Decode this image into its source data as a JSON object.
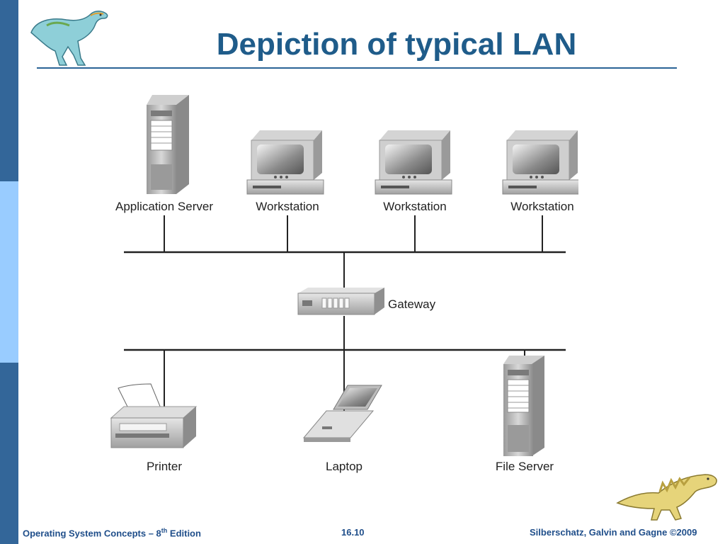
{
  "title": "Depiction of typical LAN",
  "nodes": {
    "application_server": "Application Server",
    "workstation_1": "Workstation",
    "workstation_2": "Workstation",
    "workstation_3": "Workstation",
    "gateway": "Gateway",
    "printer": "Printer",
    "laptop": "Laptop",
    "file_server": "File Server"
  },
  "footer": {
    "left_text": "Operating System Concepts – 8",
    "left_sup": "th",
    "left_suffix": " Edition",
    "page_number": "16.10",
    "copyright": "Silberschatz, Galvin and Gagne ©2009"
  },
  "colors": {
    "title": "#1f5c8a",
    "sidebar_dark": "#336699",
    "sidebar_light": "#99ccff",
    "footer_text": "#1f4e8a"
  }
}
